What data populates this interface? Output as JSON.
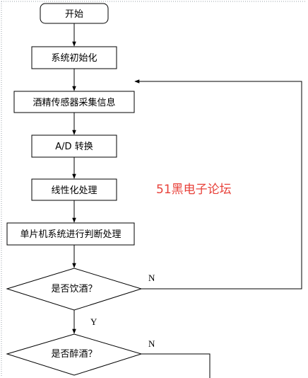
{
  "flowchart": {
    "start": "开始",
    "init": "系统初始化",
    "sense": "酒精传感器采集信息",
    "adc": "A/D 转换",
    "linearize": "线性化处理",
    "decide": "单片机系统进行判断处理",
    "q_drink": "是否饮酒？",
    "q_drunk": "是否醉酒？",
    "no_label_1": "N",
    "yes_label": "Y",
    "no_label_2": "N"
  },
  "watermark": {
    "text": "51黑电子论坛",
    "color": "#e8413a"
  }
}
